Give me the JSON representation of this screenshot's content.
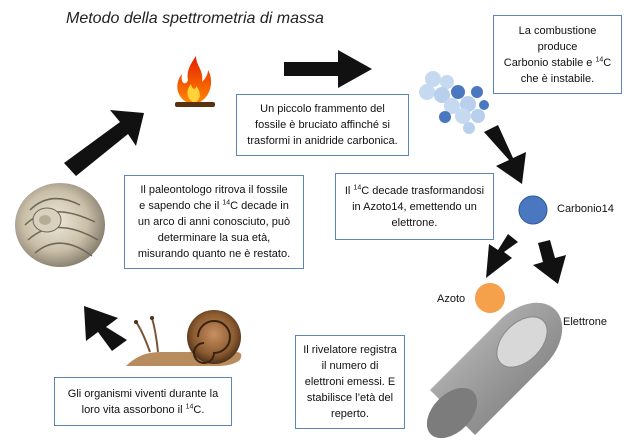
{
  "title": "Metodo della spettrometria di massa",
  "boxes": {
    "combustion": {
      "line1": "La combustione",
      "line2": "produce",
      "line3_pre": "Carbonio  stabile e ",
      "sup": "14",
      "line3_post": "C",
      "line4": "che è instabile."
    },
    "fragment": {
      "line1": "Un piccolo frammento del",
      "line2": "fossile è bruciato affinché si",
      "line3": "trasformi in anidride carbonica."
    },
    "decay": {
      "line1_pre": "Il ",
      "sup": "14",
      "line1_post": "C decade trasformandosi",
      "line2": "in Azoto14, emettendo un",
      "line3": "elettrone."
    },
    "paleontologist": {
      "line1": "Il paleontologo ritrova il fossile",
      "line2_pre": "e sapendo che il ",
      "sup": "14",
      "line2_post": "C decade in",
      "line3": "un arco di anni conosciuto, può",
      "line4": "determinare la sua età,",
      "line5": "misurando quanto ne è restato."
    },
    "detector": {
      "line1": "Il rivelatore registra",
      "line2": "il numero di",
      "line3": "elettroni emessi. E",
      "line4": "stabilisce l’età del",
      "line5": "reperto."
    },
    "organisms": {
      "line1": "Gli organismi viventi durante la",
      "line2_pre": "loro vita assorbono il ",
      "sup": "14",
      "line2_post": "C."
    }
  },
  "labels": {
    "carbon14": "Carbonio14",
    "nitrogen": "Azoto",
    "electron": "Elettrone"
  },
  "colors": {
    "box_border": "#5b86b9",
    "carbon14": "#4a78c0",
    "nitrogen": "#f5a04a",
    "electron": "#e01818",
    "arrow": "#111111",
    "detector": "#9a9a9a"
  },
  "icons": [
    "fire-icon",
    "molecules-icon",
    "ammonite-fossil",
    "snail-image",
    "detector-cylinder"
  ]
}
